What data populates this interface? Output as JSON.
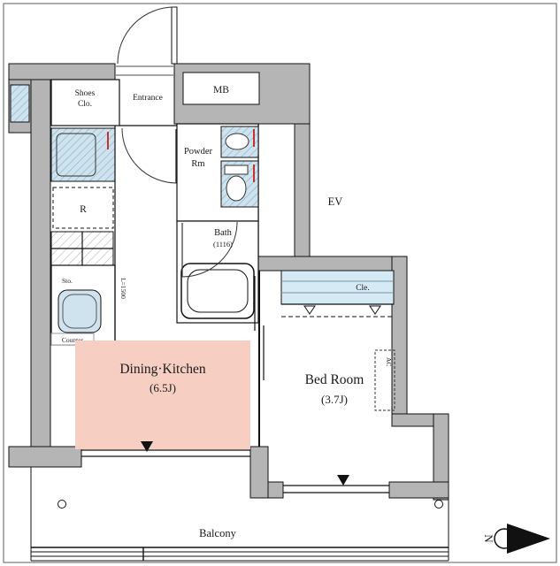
{
  "labels": {
    "shoes_l1": "Shoes",
    "shoes_l2": "Clo.",
    "entrance": "Entrance",
    "mb": "MB",
    "powder_l1": "Powder",
    "powder_l2": "Rm",
    "bath": "Bath",
    "bath_size": "(1116)",
    "ev": "EV",
    "closet": "Cle.",
    "dk": "Dining·Kitchen",
    "dk_size": "(6.5J)",
    "bedroom": "Bed Room",
    "bedroom_size": "(3.7J)",
    "balcony": "Balcony",
    "fridge": "R",
    "storage": "Sto.",
    "counter": "Counter",
    "counter_length": "L=1500",
    "ac": "AC",
    "north": "N"
  },
  "colors": {
    "wall": "#b5b5b5",
    "dk_floor": "#f6cfc2",
    "fixture_blue": "#cfe3ee",
    "closet_blue": "#d6eaf5",
    "annotation_red": "#c23434"
  }
}
